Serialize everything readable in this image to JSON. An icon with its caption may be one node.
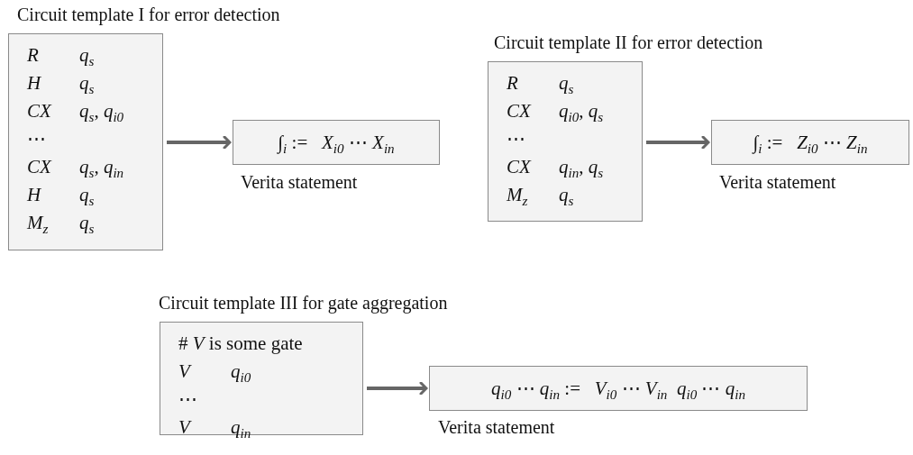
{
  "diagram": {
    "nodes": [
      {
        "text": [
          "Circuit template I for error detection",
          "*R*",
          "*q*$_{s}$",
          "*H*",
          "*q*$_{s}$",
          "*CX*",
          "*q*$_{s}$, *q*$_{i0}$",
          "⋯",
          "*CX*",
          "*q*$_{s}$, *q*$_{in}$",
          "*H*",
          "*q*$_{s}$",
          "*M*$_{z}$",
          "*q*$_{s}$"
        ]
      },
      {
        "text": [
          "∫$_{i}$ :=   *X*$_{i0}$ ⋯ *X*$_{in}$"
        ]
      },
      {
        "text": [
          "Circuit template II for error detection",
          "*R*",
          "*q*$_{s}$",
          "*CX*",
          "*q*$_{i0}$, *q*$_{s}$",
          "⋯",
          "*CX*",
          "*q*$_{in}$, *q*$_{s}$",
          "*M*$_{z}$",
          "*q*$_{s}$"
        ]
      },
      {
        "text": [
          "∫$_{i}$ :=   *Z*$_{i0}$ ⋯ *Z*$_{in}$"
        ]
      },
      {
        "text": [
          "Circuit template III for gate aggregation",
          "# *V* is some gate",
          "*V*",
          "*q*$_{i0}$",
          "⋯",
          "*V*",
          "*q*$_{in}$"
        ]
      },
      {
        "text": [
          "*q*$_{i0}$ ⋯ *q*$_{in}$ :=   *V*$_{i0}$ ⋯ *V*$_{in}$  *q*$_{i0}$ ⋯ *q*$_{in}$"
        ]
      }
    ],
    "edges": [
      {
        "from": 0,
        "to": 1,
        "arrow": "to"
      },
      {
        "from": 2,
        "to": 3,
        "arrow": "to"
      },
      {
        "from": 4,
        "to": 5,
        "arrow": "to"
      }
    ],
    "labels": [
      "Verita statement",
      "Verita statement",
      "Verita statement"
    ]
  }
}
